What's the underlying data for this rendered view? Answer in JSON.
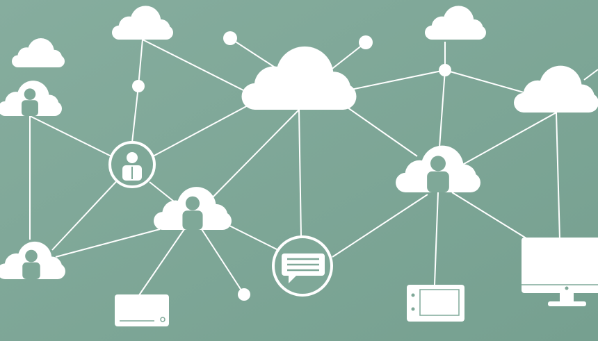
{
  "colors": {
    "background_top": "#86ad9e",
    "background_bottom": "#76a090",
    "foreground": "#ffffff",
    "icon_detail": "#7fa898"
  },
  "illustration": {
    "subject": "cloud-network",
    "cloud_count": 9,
    "node_dot_count": 5,
    "device_count": 3
  }
}
